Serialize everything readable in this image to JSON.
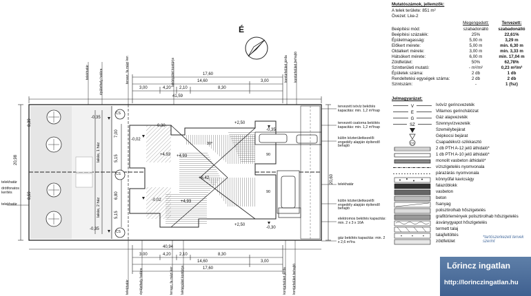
{
  "plan": {
    "north_label": "É",
    "top_dims": [
      "17,60",
      "14,60",
      "3,00",
      "3,00",
      "4,20",
      "2,10",
      "8,30"
    ],
    "plot_width_top": "41,59",
    "plot_width_bottom": "40,94",
    "bottom_dims": [
      "3,00",
      "4,20",
      "2,10",
      "8,30",
      "14,60",
      "3,00",
      "17,60"
    ],
    "left_total": "20,98",
    "right_total": "20,60",
    "left_dims": [
      "8,39",
      "8,59"
    ],
    "mid_dims_top": [
      "7,00",
      "5,15"
    ],
    "mid_dims_bottom": [
      "6,80",
      "5,15"
    ],
    "lot_labels_top": "lakás, 1 ház",
    "lot_labels_bottom": "lakás, 2 ház",
    "levels": [
      "-0,35",
      "-0,35",
      "-0,02",
      "-0,35",
      "-0,02",
      "-0,30",
      "+4,93",
      "+4,93",
      "+6,42",
      "+4,93",
      "+2,50",
      "+2,50",
      "-0,30"
    ],
    "cs_marks": [
      "CS",
      "CS",
      "CS"
    ],
    "ninety_marks": [
      "90",
      "90"
    ],
    "slope_top": "30°",
    "annotations": [
      "tervezett ivóvíz bekötés kapacitás: min. 1,2 m³/nap",
      "tervezett csatorna bekötés kapacitás: min. 1,2 m³/nap",
      "külön közterületkezelői engedély alapján építendő behajtó",
      "külön közterületkezelői engedély alapján építendő behajtó",
      "elektromos bekötés kapacitás: min. 2 x 3 x 16A",
      "gáz bekötés kapacitás: min. 2 x 2,6 m³/ra"
    ],
    "left_notes": [
      "telekhatár",
      "drótfonatos kerítés",
      "telekhatár"
    ],
    "right_notes": [
      "telekhatár"
    ],
    "top_vertical_notes": [
      "telekhatár",
      "épülethely határa",
      "terasz, fa mázi ker.",
      "lakóépület kontúrja",
      "kontúrfelület járda",
      "kontúrfelület behajtó"
    ],
    "bottom_vertical_notes": [
      "telekhatár",
      "épülethely határa",
      "terasz, fa mázi ker.",
      "lakóépület kontúrja",
      "kontúrfelület járda",
      "kontúrfelület behajtó"
    ]
  },
  "table": {
    "title": "Mutatószámok, jellemzők:",
    "area": "A telek területe: 851 m²",
    "zone": "Övezet: Lke-2",
    "col_existing": "Megengedett:",
    "col_planned": "Tervezett:",
    "rows": [
      {
        "label": "Beépítési mód:",
        "allowed": "szabadonálló",
        "planned": "szabadonálló"
      },
      {
        "label": "Beépítési százalék:",
        "allowed": "25%",
        "planned": "22,61%"
      },
      {
        "label": "Épületmagasság:",
        "allowed": "5,00 m",
        "planned": "3,29 m"
      },
      {
        "label": "Előkert mérete:",
        "allowed": "5,00 m",
        "planned": "min. 6,30 m"
      },
      {
        "label": "Oldalkert mérete:",
        "allowed": "3,00 m",
        "planned": "min. 3,33 m"
      },
      {
        "label": "Hátsókert mérete:",
        "allowed": "6,00 m",
        "planned": "min. 17,04 m"
      },
      {
        "label": "Zöldfelület:",
        "allowed": "50%",
        "planned": "62,78%"
      },
      {
        "label": "Szintterületi mutató:",
        "allowed": "- m²/m²",
        "planned": "0,23 m²/m²"
      },
      {
        "label": "Épületek száma:",
        "allowed": "2 db",
        "planned": "1 db"
      },
      {
        "label": "Rendeltetési egységek száma:",
        "allowed": "2 db",
        "planned": "2 db"
      },
      {
        "label": "Szintszám:",
        "allowed": "-",
        "planned": "1 (fsz)"
      }
    ]
  },
  "legend": {
    "title": "Jelmagyarázat:",
    "items": [
      {
        "sym": "V",
        "text": "Ivóvíz gerincvezeték"
      },
      {
        "sym": "E",
        "text": "Villamos gerinchálózat"
      },
      {
        "sym": "G",
        "text": "Gáz alapvezeték"
      },
      {
        "sym": "SZ",
        "text": "Szennyvízvezeték"
      },
      {
        "sym": "",
        "text": "Személybejárat"
      },
      {
        "sym": "",
        "text": "Gépkocsi bejárat"
      },
      {
        "sym": "CS",
        "text": "Csapadékvíz-szikkasztó"
      },
      {
        "sym": "",
        "text": "2 db PTH A-12 jelű áthidaló*"
      },
      {
        "sym": "",
        "text": "1 db PTH A-10 jelű áthidaló*"
      },
      {
        "sym": "",
        "text": "monolit vasbeton áthidaló*"
      },
      {
        "sym": "",
        "text": "vízszigetelés nyomvonala"
      },
      {
        "sym": "",
        "text": "párazárás nyomvonala"
      },
      {
        "sym": "",
        "text": "könnyűfal kavicságy"
      },
      {
        "sym": "",
        "text": "falazóblokk"
      },
      {
        "sym": "",
        "text": "vasbeton"
      },
      {
        "sym": "",
        "text": "beton"
      },
      {
        "sym": "",
        "text": "fsanyag"
      },
      {
        "sym": "",
        "text": "polisztirolhab hőszigetelés"
      },
      {
        "sym": "",
        "text": "grafitörlemények polisztirolhab hőszigetelés"
      },
      {
        "sym": "",
        "text": "ásványgyapot hőszigetelés"
      },
      {
        "sym": "",
        "text": "termett talaj"
      },
      {
        "sym": "",
        "text": "talajfeltöltés"
      },
      {
        "sym": "",
        "text": "zöldfelület"
      }
    ]
  },
  "watermark": "*tartószerkezeti tervek szerint",
  "brand": {
    "name": "Lőrincz ingatlan",
    "url": "http://lorinczingatlan.hu",
    "bg_color": "#4f6f9c"
  }
}
